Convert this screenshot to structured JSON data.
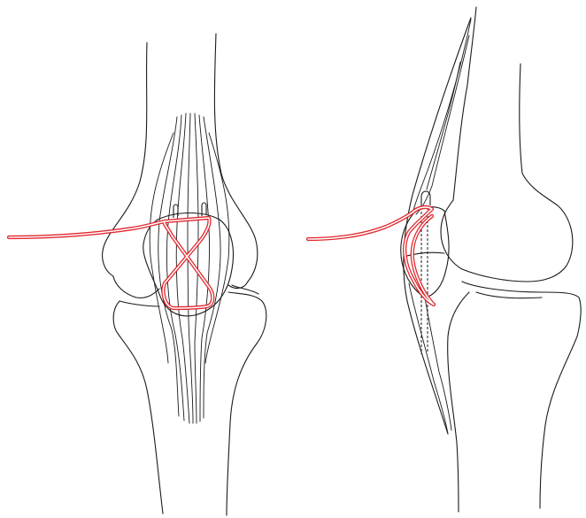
{
  "figure": {
    "views": [
      {
        "id": "anterior",
        "name": "anterior-view"
      },
      {
        "id": "lateral",
        "name": "lateral-view"
      }
    ],
    "colors": {
      "line": "#1a1a1a",
      "wire": "#e0282e",
      "background": "#ffffff"
    }
  }
}
